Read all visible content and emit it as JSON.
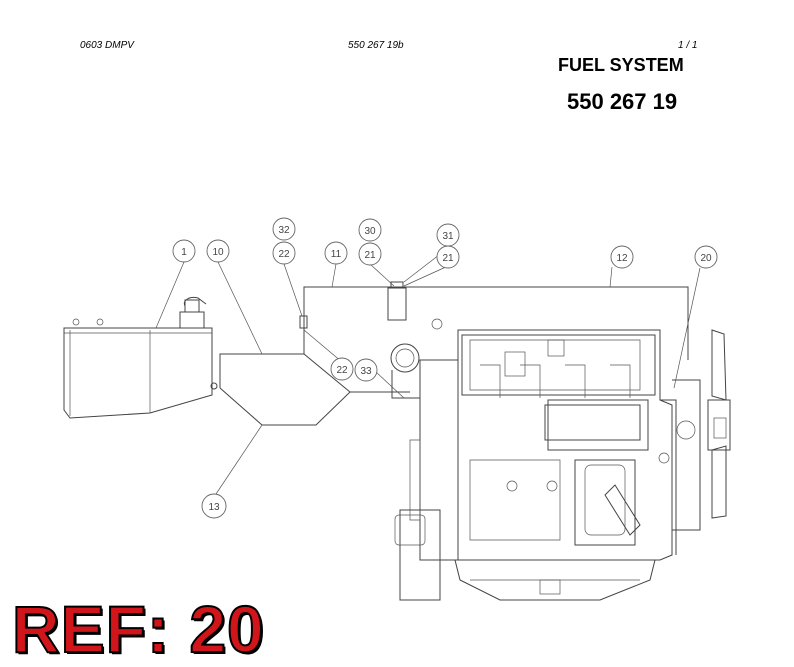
{
  "header": {
    "doc_code": "0603 DMPV",
    "part_code": "550 267 19b",
    "page": "1 /   1"
  },
  "title": "FUEL SYSTEM",
  "part_number": "550 267 19",
  "ref_label": "REF: 20",
  "callouts": [
    "1",
    "10",
    "32",
    "22",
    "11",
    "30",
    "21",
    "31",
    "21",
    "12",
    "20",
    "22",
    "33",
    "13"
  ]
}
